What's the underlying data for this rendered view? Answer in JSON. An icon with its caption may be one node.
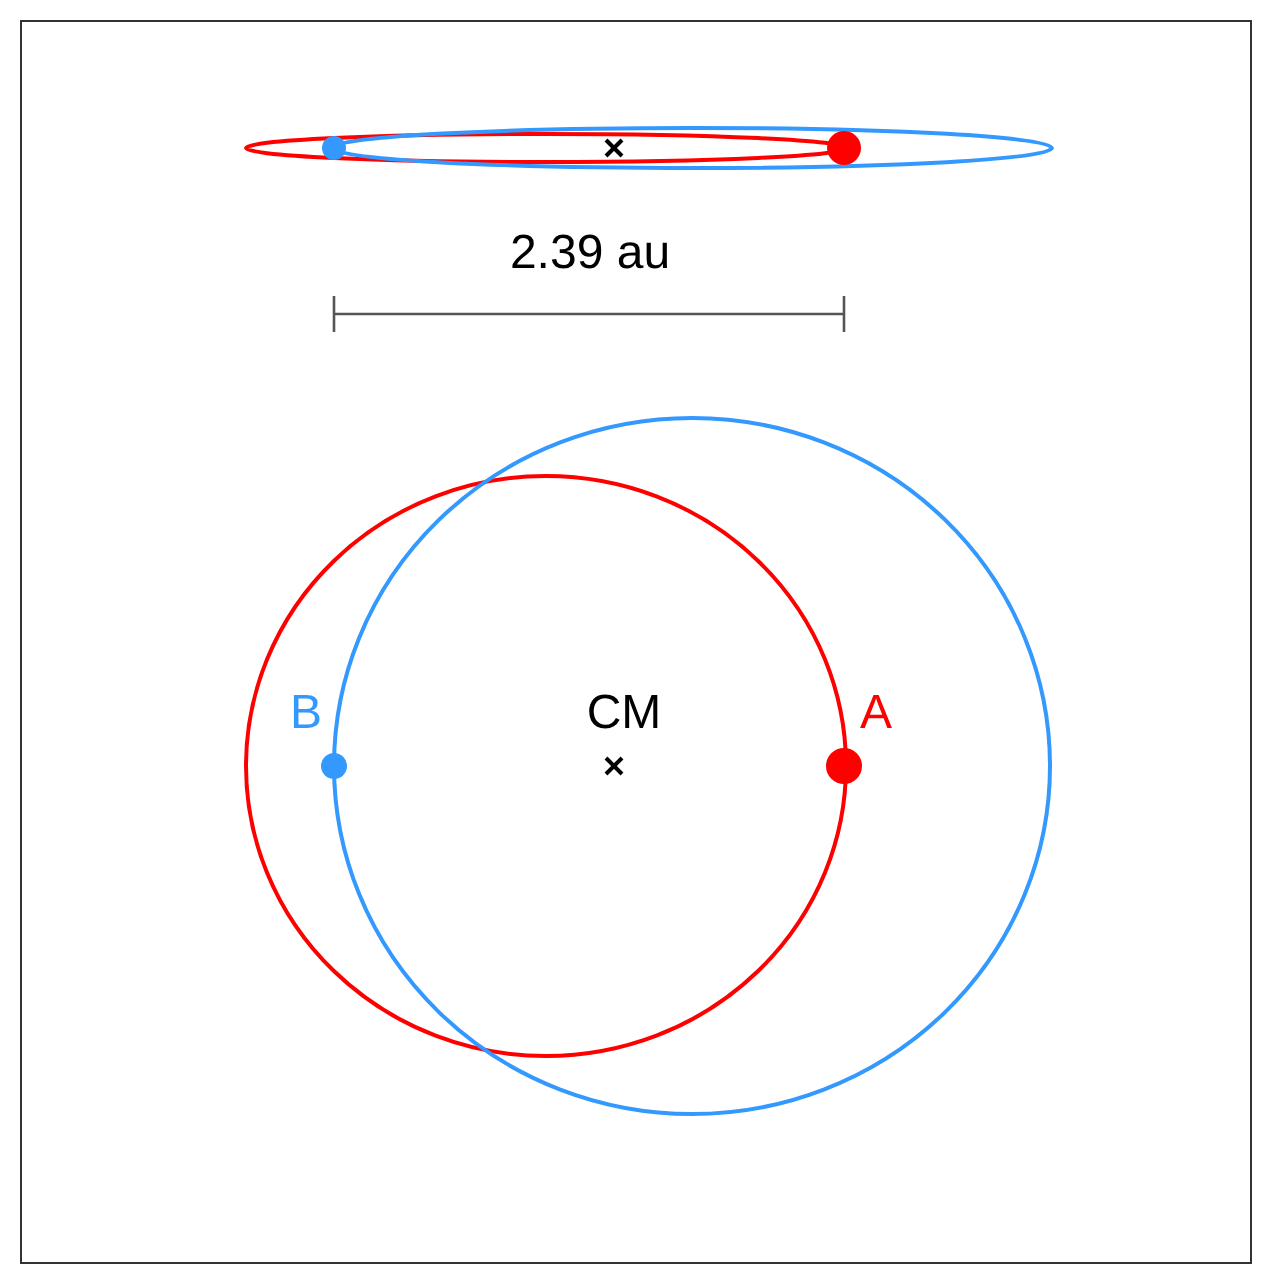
{
  "diagram": {
    "labels": [
      "2.39 au",
      "B",
      "CM",
      "A"
    ]
  }
}
